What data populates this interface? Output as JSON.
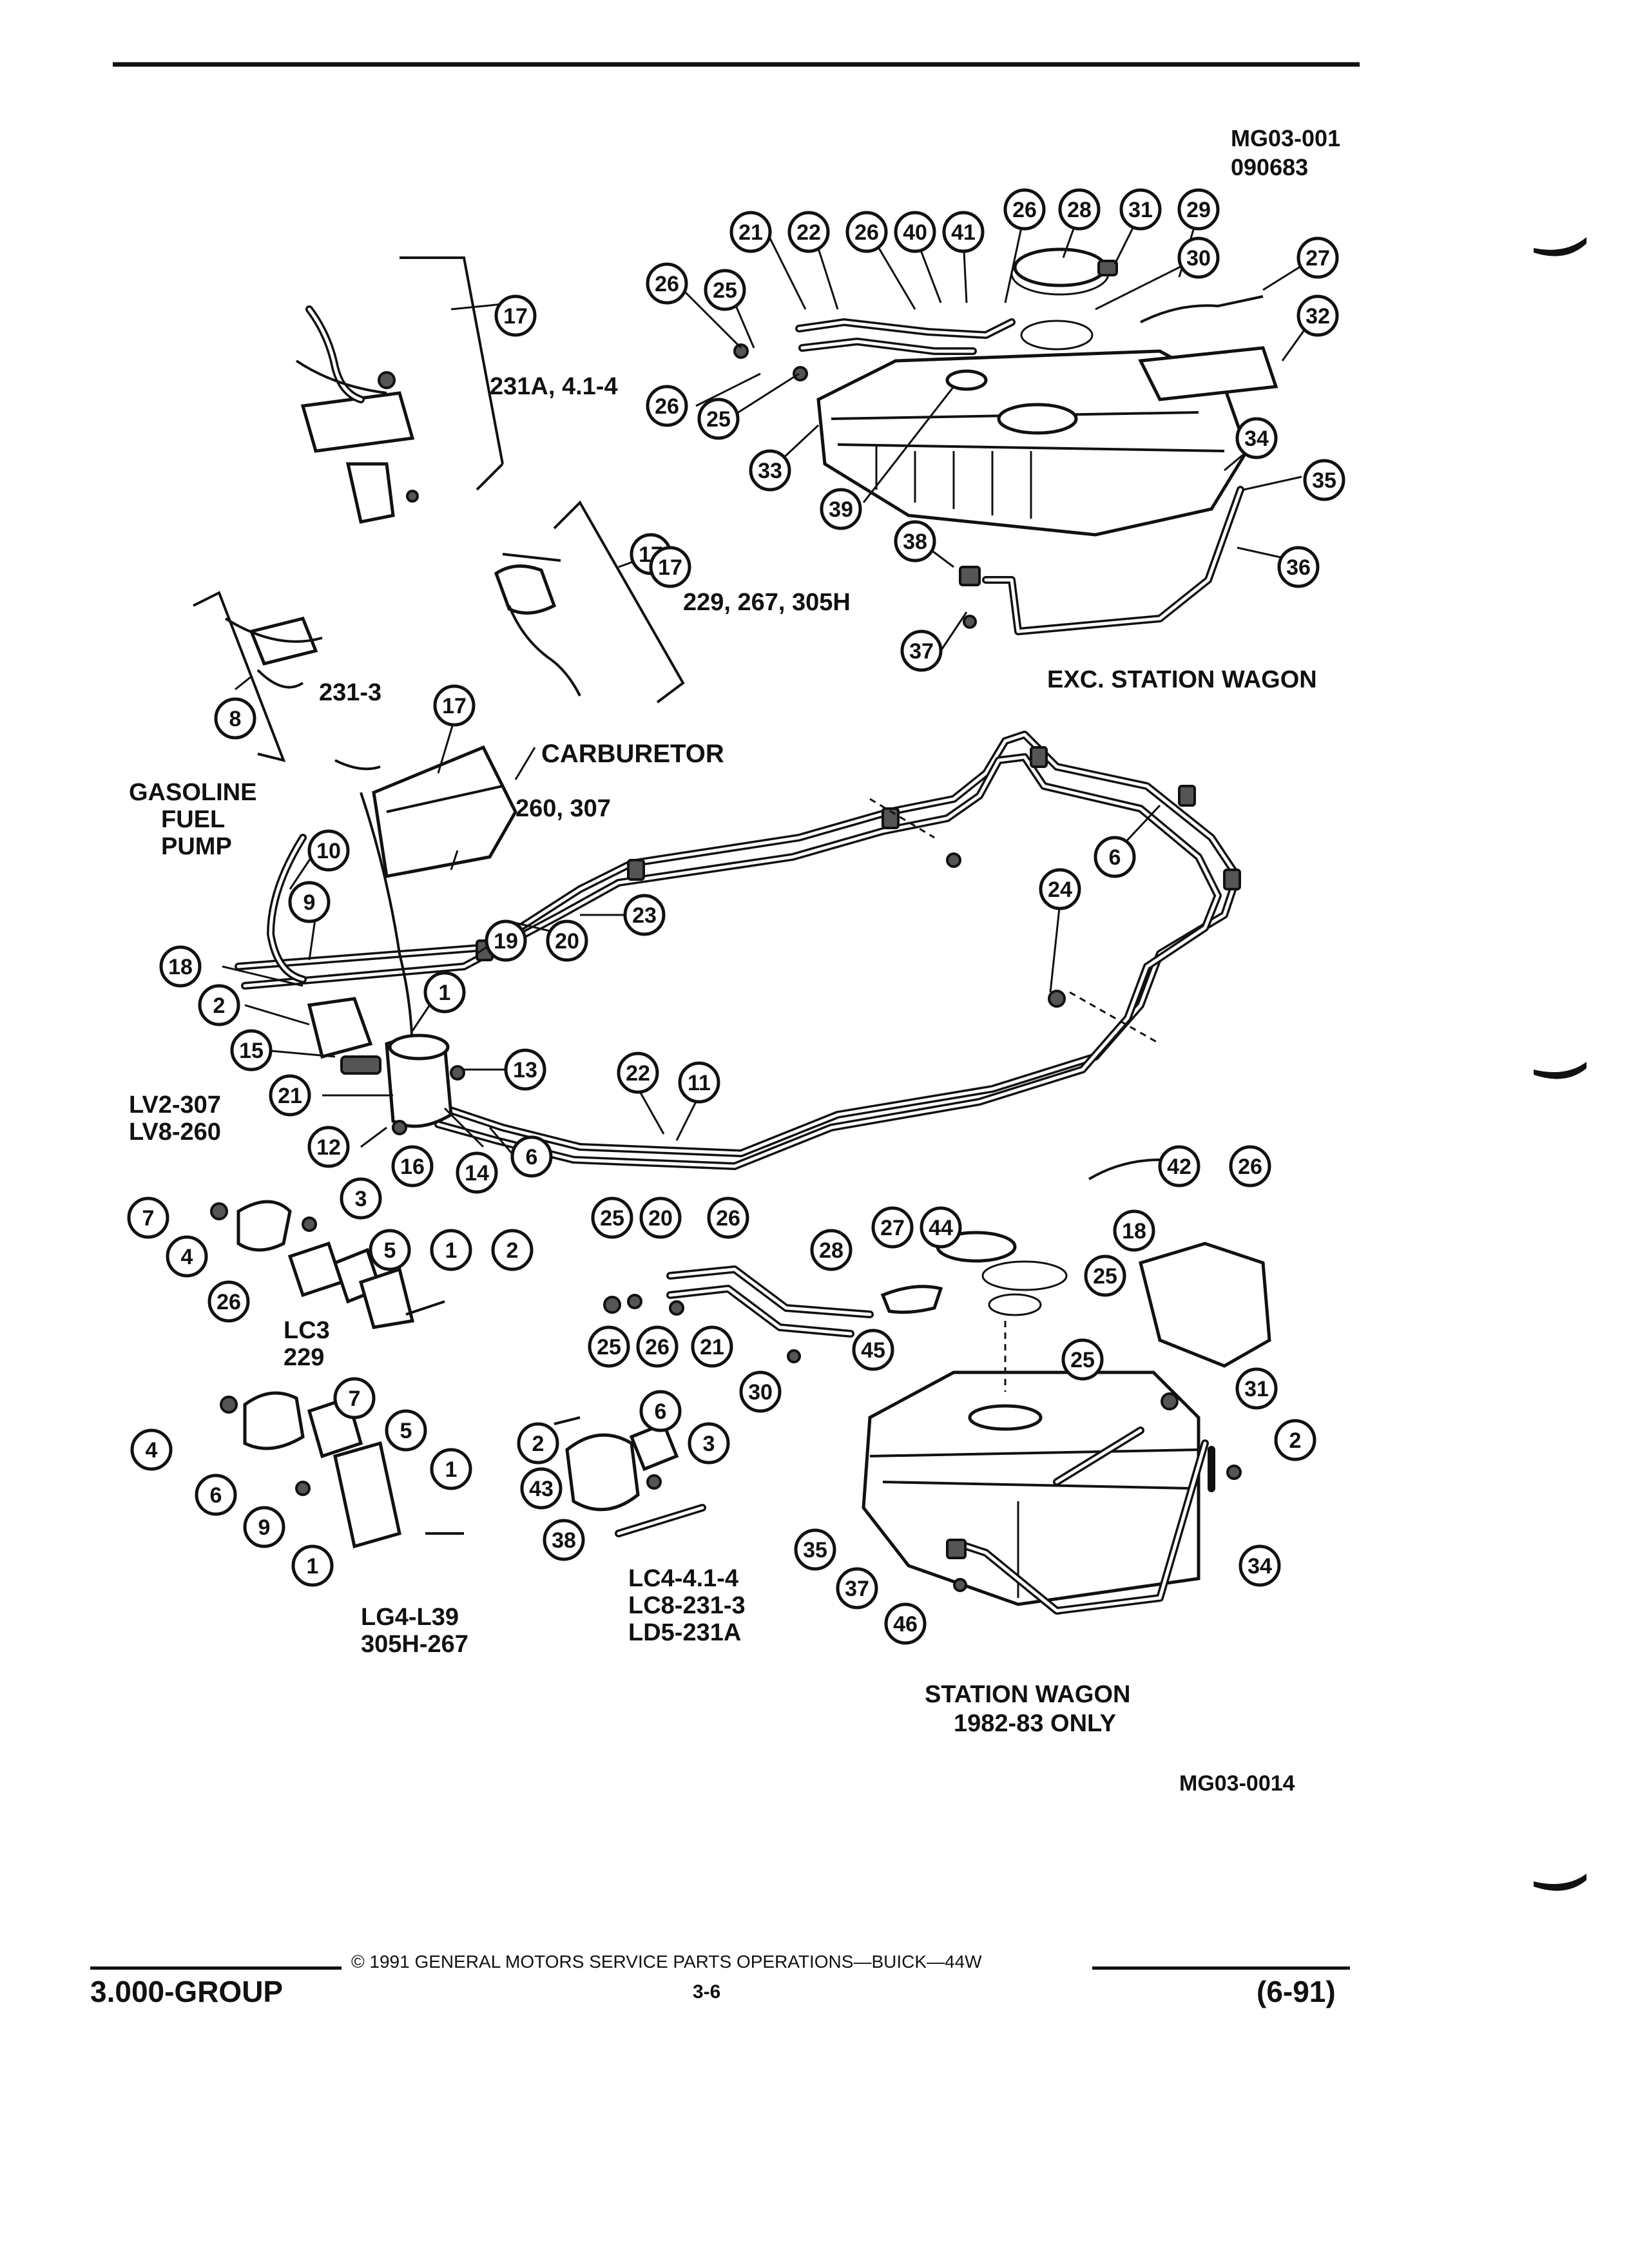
{
  "header": {
    "code_top": "MG03-001",
    "code_date": "090683"
  },
  "labels": {
    "exc_station_wagon": "EXC. STATION WAGON",
    "carburetor": "CARBURETOR",
    "gasoline": "GASOLINE",
    "fuel": "FUEL",
    "pump": "PUMP",
    "eng_231a": "231A, 4.1-4",
    "eng_229_267": "229, 267, 305H",
    "eng_231_3": "231-3",
    "eng_260_307": "260, 307",
    "lv2": "LV2-307",
    "lv8": "LV8-260",
    "lc3": "LC3",
    "lc3_num": "229",
    "lg4": "LG4-L39",
    "lg4_num": "305H-267",
    "lc4": "LC4-4.1-4",
    "lc8": "LC8-231-3",
    "ld5": "LD5-231A",
    "station_wagon": "STATION WAGON",
    "sw_years": "1982-83 ONLY",
    "code_bottom": "MG03-0014"
  },
  "footer": {
    "copyright": "© 1991 GENERAL MOTORS SERVICE PARTS OPERATIONS—BUICK—44W",
    "group": "3.000-GROUP",
    "page": "3-6",
    "revision": "(6-91)"
  },
  "callouts": [
    "21",
    "22",
    "26",
    "40",
    "41",
    "26",
    "28",
    "31",
    "29",
    "30",
    "27",
    "32",
    "26",
    "25",
    "17",
    "26",
    "25",
    "33",
    "39",
    "34",
    "35",
    "36",
    "38",
    "17",
    "37",
    "17",
    "17",
    "8",
    "10",
    "9",
    "18",
    "19",
    "20",
    "23",
    "24",
    "6",
    "1",
    "2",
    "15",
    "13",
    "21",
    "22",
    "11",
    "12",
    "16",
    "14",
    "6",
    "7",
    "3",
    "4",
    "5",
    "1",
    "2",
    "26",
    "25",
    "20",
    "26",
    "25",
    "26",
    "28",
    "27",
    "44",
    "42",
    "26",
    "25",
    "18",
    "21",
    "30",
    "25",
    "45",
    "31",
    "2",
    "7",
    "4",
    "5",
    "1",
    "6",
    "9",
    "6",
    "3",
    "2",
    "1",
    "43",
    "38",
    "35",
    "37",
    "34",
    "46"
  ]
}
